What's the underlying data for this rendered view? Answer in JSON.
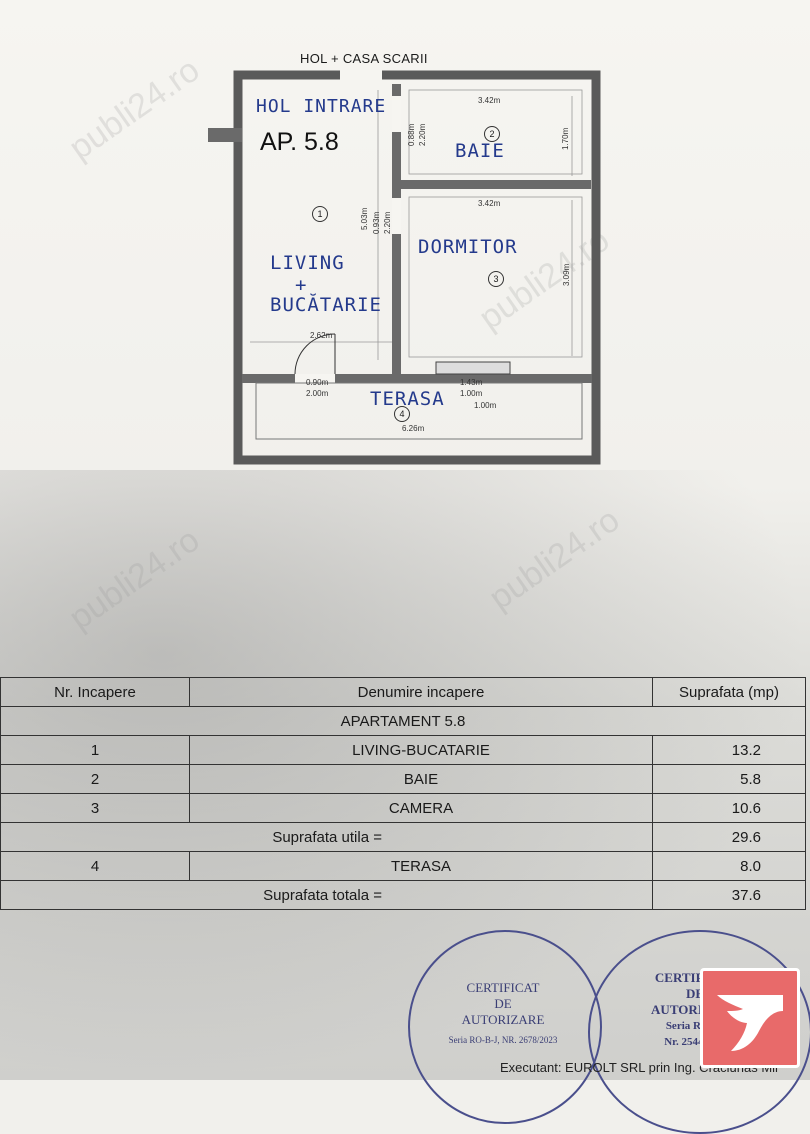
{
  "watermark": "publi24.ro",
  "plan": {
    "header": "HOL + CASA SCARII",
    "ap_label": "AP. 5.8",
    "hand": {
      "hol": "HOL INTRARE",
      "baie": "BAIE",
      "dormitor": "DORMITOR",
      "living": "LIVING",
      "plus": "+",
      "bucatarie": "BUCĂTARIE",
      "terasa": "TERASA"
    },
    "dims": {
      "bath_w": "3.42m",
      "bed_w": "3.42m",
      "door1_a": "0.88m",
      "door1_b": "2.20m",
      "bath_h": "1.70m",
      "living_h": "5.03m",
      "door2_a": "0.93m",
      "door2_b": "2.20m",
      "bed_h": "3.09m",
      "living_w": "2.62m",
      "tdoor_a": "0.90m",
      "tdoor_b": "2.00m",
      "win_a": "1.43m",
      "win_b": "1.00m",
      "win_c": "1.00m",
      "terrace_w": "6.26m"
    },
    "numbers": [
      "1",
      "2",
      "3",
      "4"
    ]
  },
  "table": {
    "headers": [
      "Nr. Incapere",
      "Denumire incapere",
      "Suprafata (mp)"
    ],
    "group": "APARTAMENT 5.8",
    "rows": [
      {
        "nr": "1",
        "name": "LIVING-BUCATARIE",
        "area": "13.2"
      },
      {
        "nr": "2",
        "name": "BAIE",
        "area": "5.8"
      },
      {
        "nr": "3",
        "name": "CAMERA",
        "area": "10.6"
      },
      {
        "nr": "4",
        "name": "TERASA",
        "area": "8.0"
      }
    ],
    "util_label": "Suprafata utila =",
    "util_value": "29.6",
    "total_label": "Suprafata totala =",
    "total_value": "37.6"
  },
  "stamp1": {
    "l1": "CERTIFICAT",
    "l2": "DE",
    "l3": "AUTORIZARE",
    "l4": "Seria RO-B-J, NR. 2678/2023"
  },
  "stamp2": {
    "l1": "CERTIFICAT",
    "l2": "DE",
    "l3": "AUTORIZARE",
    "l4": "Seria RO-B-",
    "l5": "Nr. 2544/21.0"
  },
  "footer": "Executant: EUROLT SRL prin Ing. Craciunas Mir"
}
